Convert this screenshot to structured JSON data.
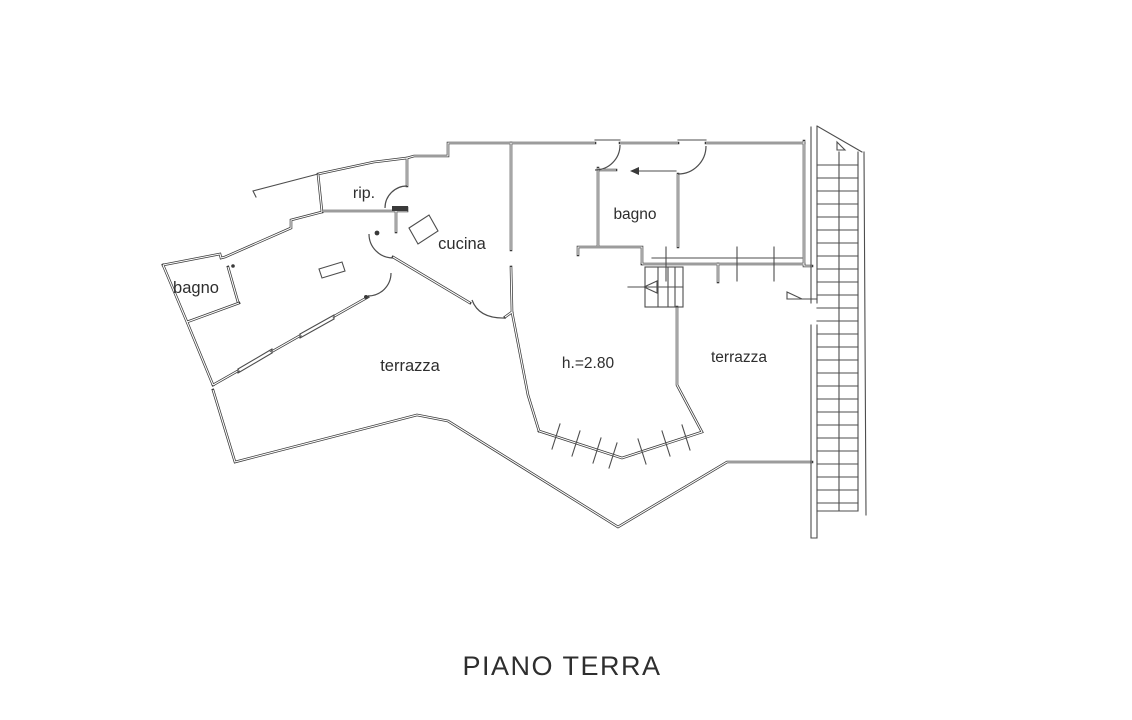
{
  "plan": {
    "title": "PIANO TERRA",
    "rooms": {
      "rip": "rip.",
      "bagno_left": "bagno",
      "cucina": "cucina",
      "bagno_right": "bagno",
      "terrazza_left": "terrazza",
      "terrazza_right": "terrazza"
    },
    "annotations": {
      "height": "h.=2.80"
    },
    "colors": {
      "line": "#3a3a3a",
      "line_light": "#4d4d4d",
      "background": "#ffffff",
      "text": "#2e2e2e"
    }
  }
}
